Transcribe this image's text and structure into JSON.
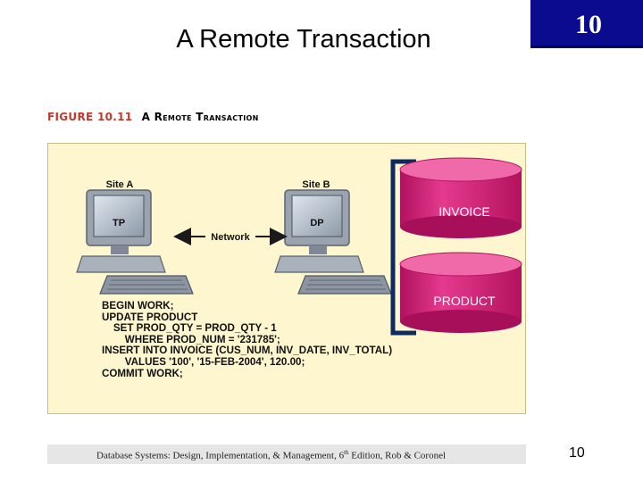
{
  "slide": {
    "title": "A Remote Transaction",
    "chapter_badge": "10",
    "page_number": "10"
  },
  "figure": {
    "number": "FIGURE 10.11",
    "title": "A Remote Transaction",
    "site_a_label": "Site A",
    "site_b_label": "Site B",
    "site_a_screen": "TP",
    "site_b_screen": "DP",
    "network_label": "Network",
    "db_tables": [
      "INVOICE",
      "PRODUCT"
    ],
    "sql_lines": [
      "BEGIN WORK;",
      "UPDATE PRODUCT",
      "    SET PROD_QTY = PROD_QTY - 1",
      "        WHERE PROD_NUM = '231785';",
      "INSERT INTO INVOICE (CUS_NUM, INV_DATE, INV_TOTAL)",
      "        VALUES '100', '15-FEB-2004', 120.00;",
      "COMMIT WORK;"
    ]
  },
  "footer": {
    "text_before": "Database Systems: Design, Implementation, & Management, 6",
    "superscript": "th",
    "text_after": " Edition, Rob & Coronel"
  },
  "colors": {
    "badge": "#0b0b8f",
    "panel": "#fdf6cf",
    "cylinder": "#d81b7a",
    "figure_number": "#c0392b"
  }
}
